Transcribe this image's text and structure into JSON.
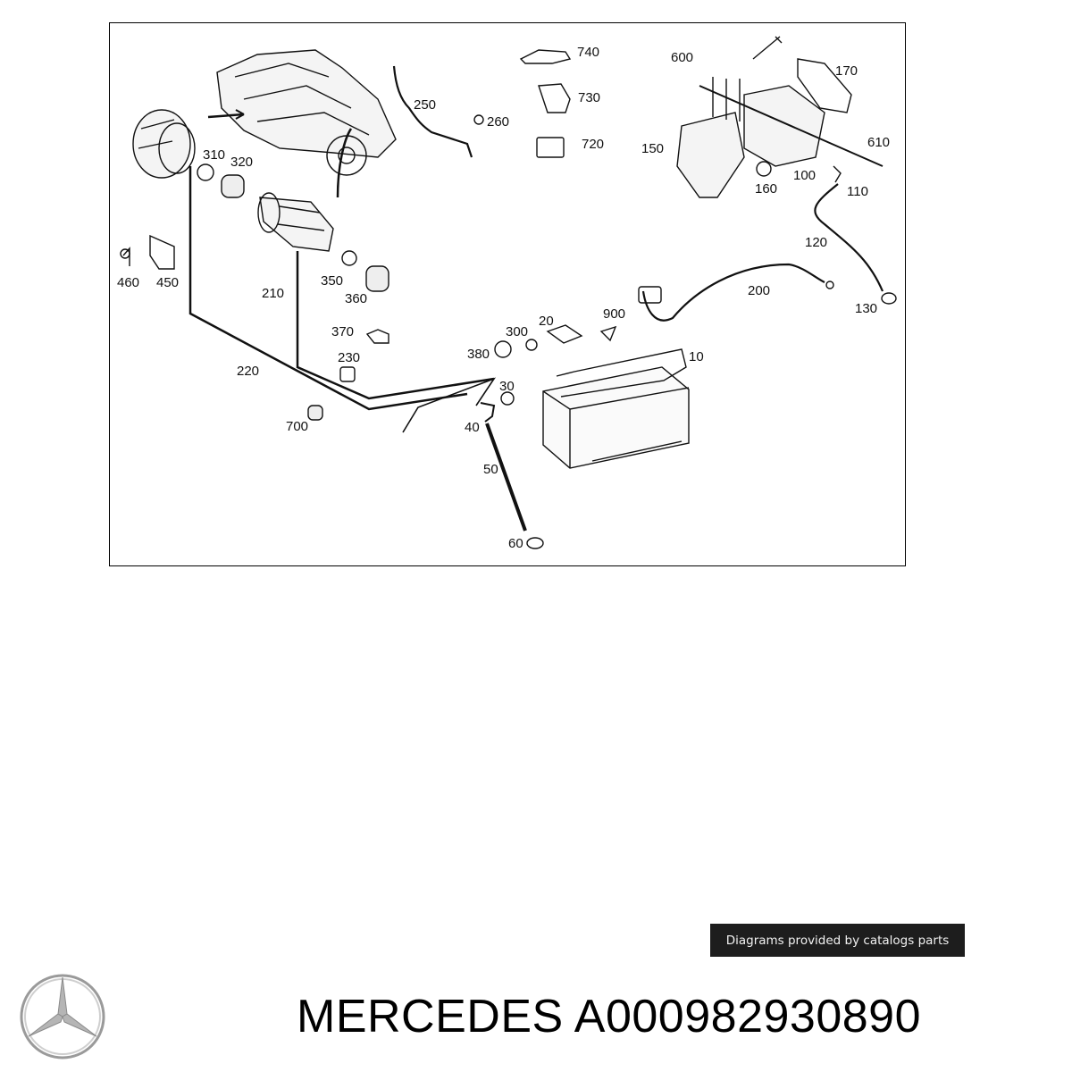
{
  "diagram": {
    "callouts": [
      "740",
      "730",
      "720",
      "250",
      "260",
      "600",
      "170",
      "610",
      "150",
      "100",
      "160",
      "110",
      "310",
      "320",
      "120",
      "460",
      "450",
      "210",
      "350",
      "360",
      "200",
      "130",
      "900",
      "370",
      "20",
      "300",
      "380",
      "10",
      "230",
      "220",
      "30",
      "700",
      "40",
      "50",
      "60"
    ]
  },
  "credit": {
    "text": "Diagrams provided by catalogs parts"
  },
  "title": {
    "text": "MERCEDES A000982930890"
  },
  "logo": {
    "icon": "three-pointed-star-icon"
  },
  "colors": {
    "line": "#111111",
    "badge_bg": "#1d1d1d",
    "badge_text": "#f2f2f2"
  }
}
